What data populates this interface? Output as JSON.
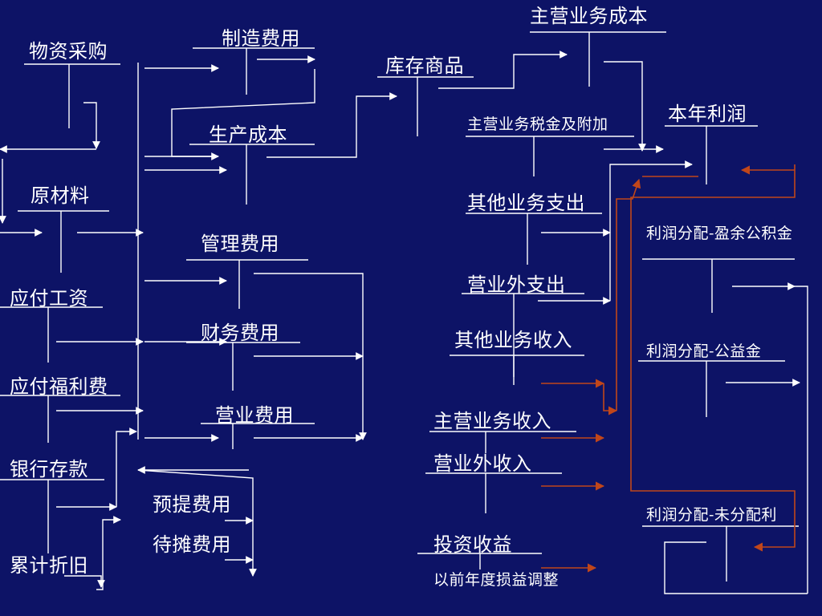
{
  "colors": {
    "background": "#0d1366",
    "line": "#ffffff",
    "close_line": "#c0461a"
  },
  "accounts": {
    "wuzi_caigou": "物资采购",
    "yuancailiao": "原材料",
    "yingfu_gongzi": "应付工资",
    "yingfu_fulifei": "应付福利费",
    "yinhang_cunkuan": "银行存款",
    "leiji_zhejiu": "累计折旧",
    "zhizao_feiyong": "制造费用",
    "shengchan_chengben": "生产成本",
    "guanli_feiyong": "管理费用",
    "caiwu_feiyong": "财务费用",
    "yingye_feiyong": "营业费用",
    "yuti_feiyong": "预提费用",
    "daitan_feiyong": "待摊费用",
    "kucun_shangpin": "库存商品",
    "zhuying_chengben": "主营业务成本",
    "zhuying_shuijin": "主营业务税金及附加",
    "qita_zhichu": "其他业务支出",
    "yingyewai_zhichu": "营业外支出",
    "qita_shouru": "其他业务收入",
    "zhuying_shouru": "主营业务收入",
    "yingyewai_shouru": "营业外收入",
    "touzi_shouyi": "投资收益",
    "yiqian_tiaozheng": "以前年度损益调整",
    "bennian_lirun": "本年利润",
    "fenpei_yingyu": "利润分配-盈余公积金",
    "fenpei_gongyi": "利润分配-公益金",
    "fenpei_weifenpei": "利润分配-未分配利"
  }
}
